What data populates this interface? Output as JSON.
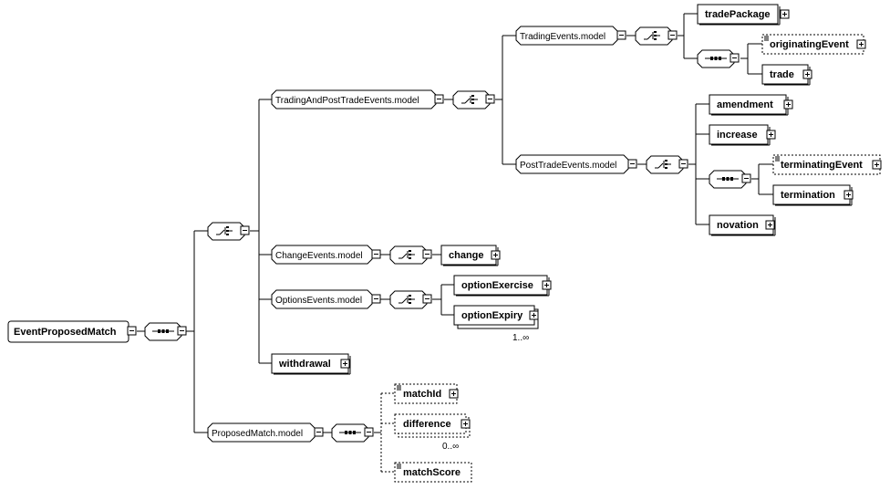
{
  "root": {
    "label": "EventProposedMatch"
  },
  "groups": {
    "trading_and_post_trade": "TradingAndPostTradeEvents.model",
    "trading_events": "TradingEvents.model",
    "post_trade_events": "PostTradeEvents.model",
    "change_events": "ChangeEvents.model",
    "options_events": "OptionsEvents.model",
    "proposed_match": "ProposedMatch.model"
  },
  "elements": {
    "trade_package": "tradePackage",
    "originating_event": "originatingEvent",
    "trade": "trade",
    "amendment": "amendment",
    "increase": "increase",
    "terminating_event": "terminatingEvent",
    "termination": "termination",
    "novation": "novation",
    "change": "change",
    "option_exercise": "optionExercise",
    "option_expiry": "optionExpiry",
    "withdrawal": "withdrawal",
    "match_id": "matchId",
    "difference": "difference",
    "match_score": "matchScore"
  },
  "occurrences": {
    "option_expiry": "1..∞",
    "difference": "0..∞"
  },
  "icons": {
    "choice": "choice-compositor-icon",
    "sequence": "sequence-compositor-icon",
    "expand": "expand-plus-icon",
    "collapse": "collapse-minus-icon",
    "annotation": "annotation-lines-icon"
  }
}
